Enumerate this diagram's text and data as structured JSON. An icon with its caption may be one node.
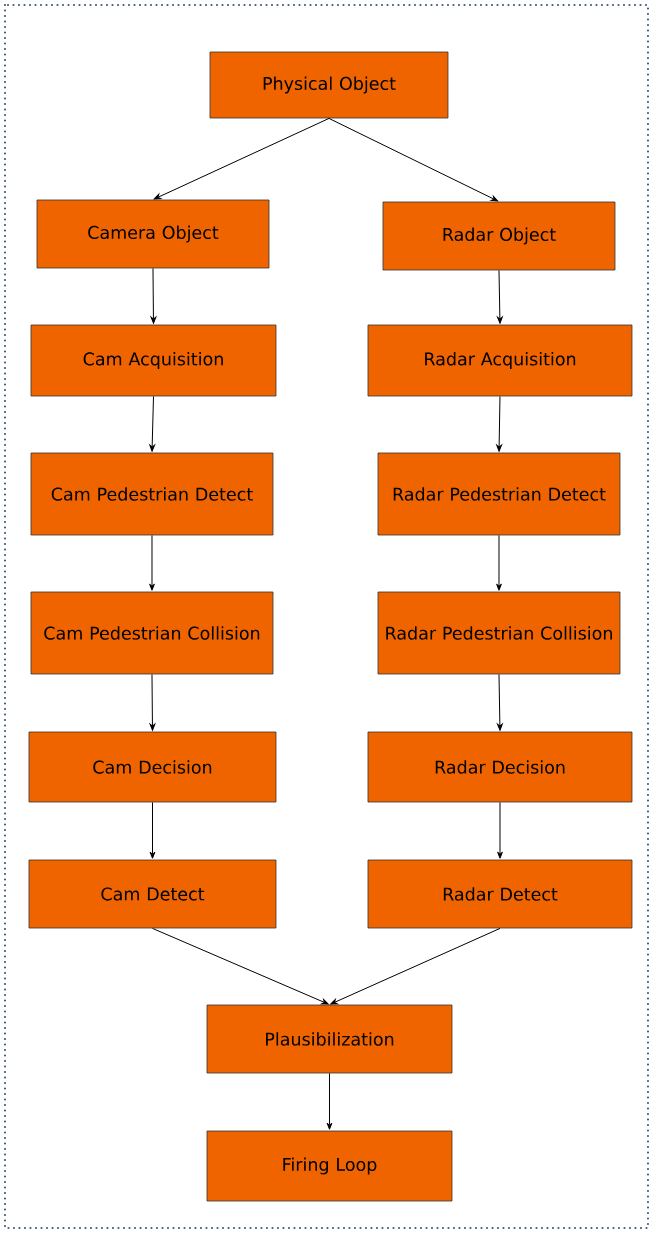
{
  "diagram": {
    "nodes": [
      {
        "text": [
          "Physical Object"
        ]
      },
      {
        "text": [
          "Camera Object"
        ]
      },
      {
        "text": [
          "Radar Object"
        ]
      },
      {
        "text": [
          "Cam Acquisition"
        ]
      },
      {
        "text": [
          "Radar Acquisition"
        ]
      },
      {
        "text": [
          "Cam Pedestrian Detect"
        ]
      },
      {
        "text": [
          "Radar Pedestrian Detect"
        ]
      },
      {
        "text": [
          "Cam Pedestrian Collision"
        ]
      },
      {
        "text": [
          "Radar Pedestrian Collision"
        ]
      },
      {
        "text": [
          "Cam Decision"
        ]
      },
      {
        "text": [
          "Radar Decision"
        ]
      },
      {
        "text": [
          "Cam Detect"
        ]
      },
      {
        "text": [
          "Radar Detect"
        ]
      },
      {
        "text": [
          "Plausibilization"
        ]
      },
      {
        "text": [
          "Firing Loop"
        ]
      }
    ],
    "edges": [
      {
        "from": 0,
        "to": 1,
        "arrow": "to"
      },
      {
        "from": 0,
        "to": 2,
        "arrow": "to"
      },
      {
        "from": 1,
        "to": 3,
        "arrow": "to"
      },
      {
        "from": 3,
        "to": 5,
        "arrow": "to"
      },
      {
        "from": 5,
        "to": 7,
        "arrow": "to"
      },
      {
        "from": 7,
        "to": 9,
        "arrow": "to"
      },
      {
        "from": 9,
        "to": 11,
        "arrow": "to"
      },
      {
        "from": 2,
        "to": 4,
        "arrow": "to"
      },
      {
        "from": 4,
        "to": 6,
        "arrow": "to"
      },
      {
        "from": 6,
        "to": 8,
        "arrow": "to"
      },
      {
        "from": 8,
        "to": 10,
        "arrow": "to"
      },
      {
        "from": 10,
        "to": 12,
        "arrow": "to"
      },
      {
        "from": 11,
        "to": 13,
        "arrow": "to"
      },
      {
        "from": 12,
        "to": 13,
        "arrow": "to"
      },
      {
        "from": 13,
        "to": 14,
        "arrow": "to"
      }
    ]
  }
}
